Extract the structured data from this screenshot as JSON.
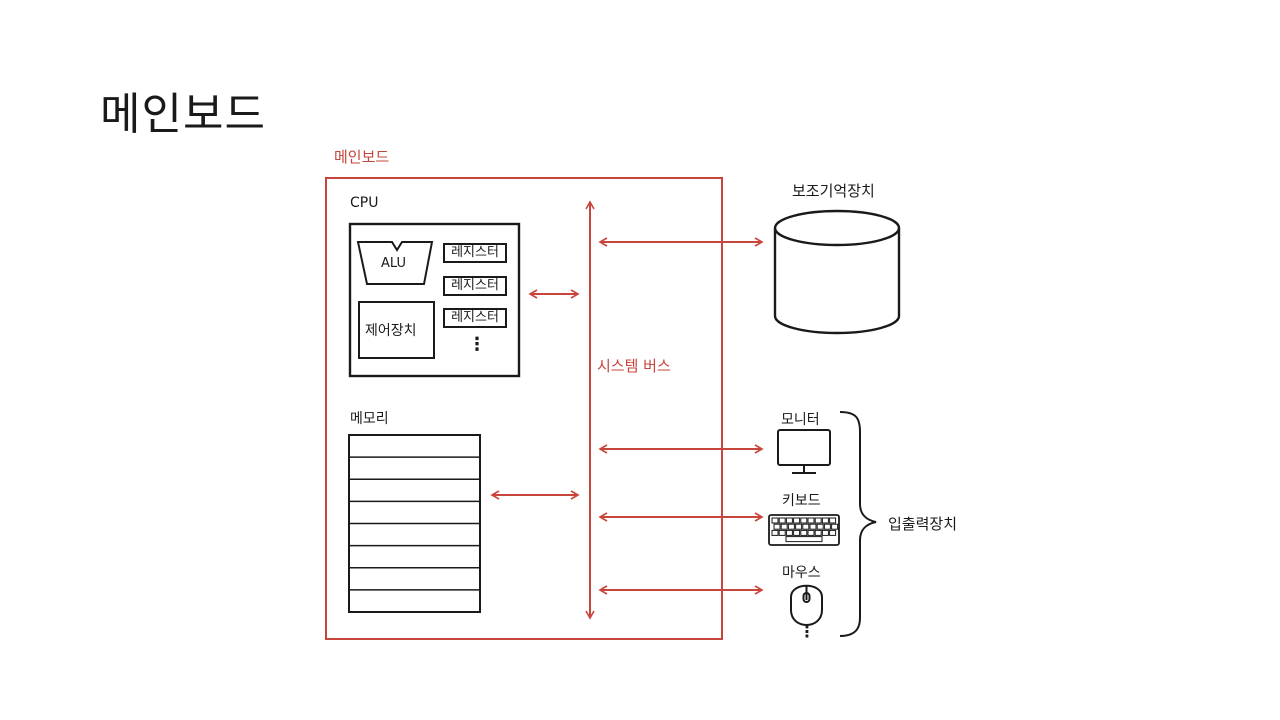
{
  "slide": {
    "title": "메인보드"
  },
  "mainboard": {
    "label": "메인보드"
  },
  "cpu": {
    "label": "CPU",
    "alu_label": "ALU",
    "control_unit_label": "제어장치",
    "registers": [
      "레지스터",
      "레지스터",
      "레지스터"
    ],
    "more": "⋮"
  },
  "memory": {
    "label": "메모리",
    "rows": 8
  },
  "bus": {
    "label": "시스템 버스"
  },
  "storage": {
    "label": "보조기억장치"
  },
  "io": {
    "group_label": "입출력장치",
    "devices": [
      {
        "label": "모니터",
        "icon": "monitor-icon"
      },
      {
        "label": "키보드",
        "icon": "keyboard-icon"
      },
      {
        "label": "마우스",
        "icon": "mouse-icon"
      }
    ],
    "more": "⋮"
  },
  "colors": {
    "accent": "#c8453b",
    "ink": "#1a1a1a"
  }
}
